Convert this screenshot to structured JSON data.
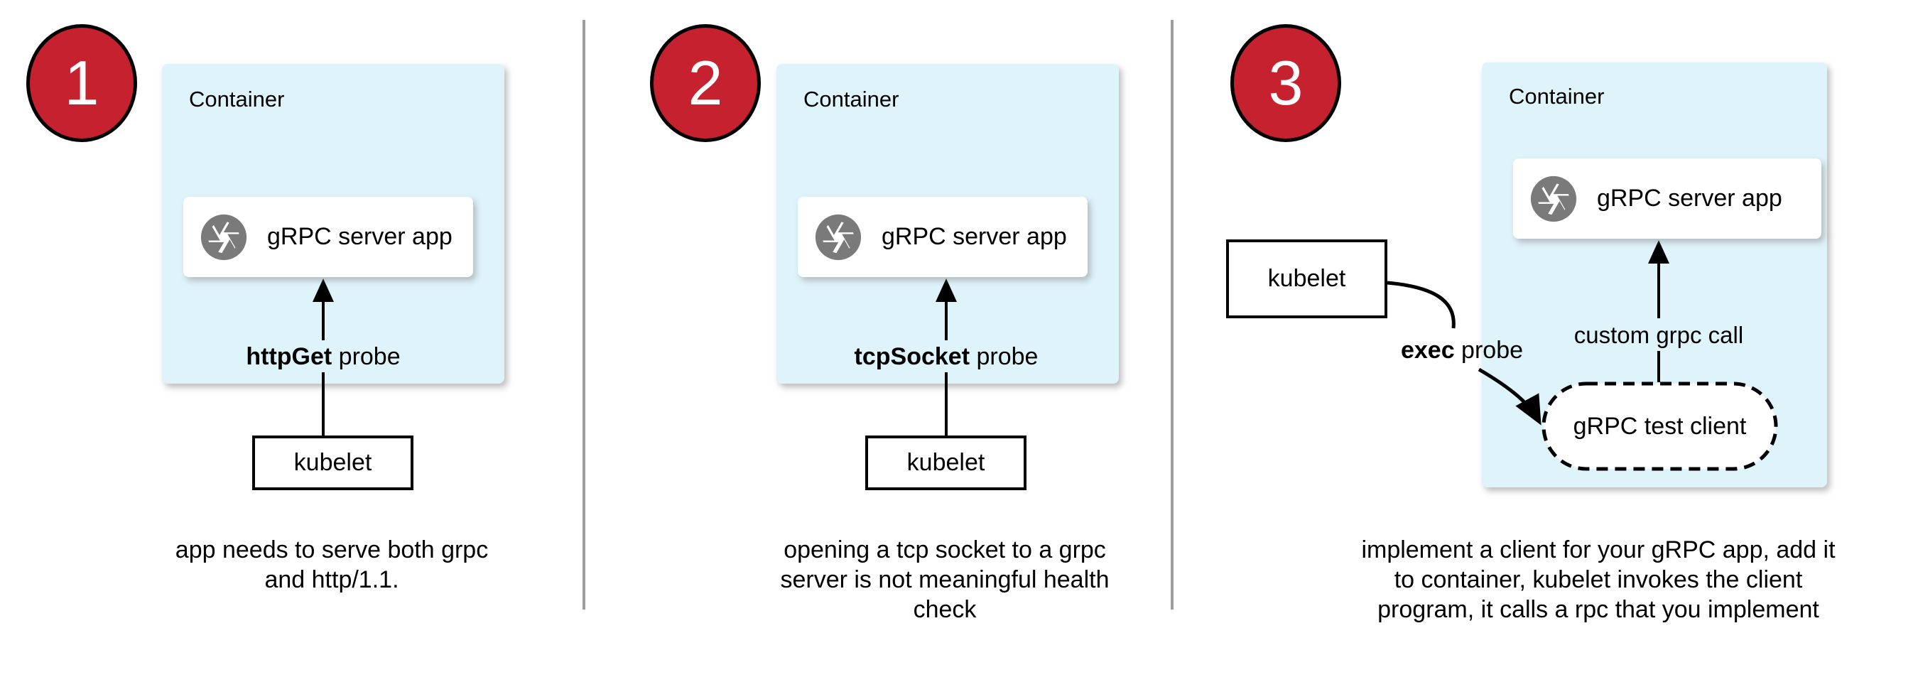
{
  "colors": {
    "container-fill": "#dff3fb",
    "badge-fill": "#c5212f",
    "badge-text": "#ffffff",
    "box-fill": "#ffffff",
    "line": "#000000",
    "divider": "#9e9e9e",
    "icon-gray": "#7a7a7a",
    "text": "#000000"
  },
  "panels": [
    {
      "badge": "1",
      "container_label": "Container",
      "app_icon": "aperture-icon",
      "app_label": "gRPC server app",
      "probe_bold": "httpGet",
      "probe_suffix": " probe",
      "kubelet_label": "kubelet",
      "caption": "app needs to serve both grpc\nand http/1.1."
    },
    {
      "badge": "2",
      "container_label": "Container",
      "app_icon": "aperture-icon",
      "app_label": "gRPC server app",
      "probe_bold": "tcpSocket",
      "probe_suffix": " probe",
      "kubelet_label": "kubelet",
      "caption": "opening a tcp socket to a grpc\nserver is not meaningful health\ncheck"
    },
    {
      "badge": "3",
      "container_label": "Container",
      "app_icon": "aperture-icon",
      "app_label": "gRPC server app",
      "probe_bold": "exec",
      "probe_suffix": " probe",
      "kubelet_label": "kubelet",
      "grpc_call_label": "custom grpc call",
      "test_client_label": "gRPC test client",
      "caption": "implement a client for your gRPC app, add it\nto container, kubelet invokes the client\nprogram, it calls a rpc that you implement"
    }
  ]
}
